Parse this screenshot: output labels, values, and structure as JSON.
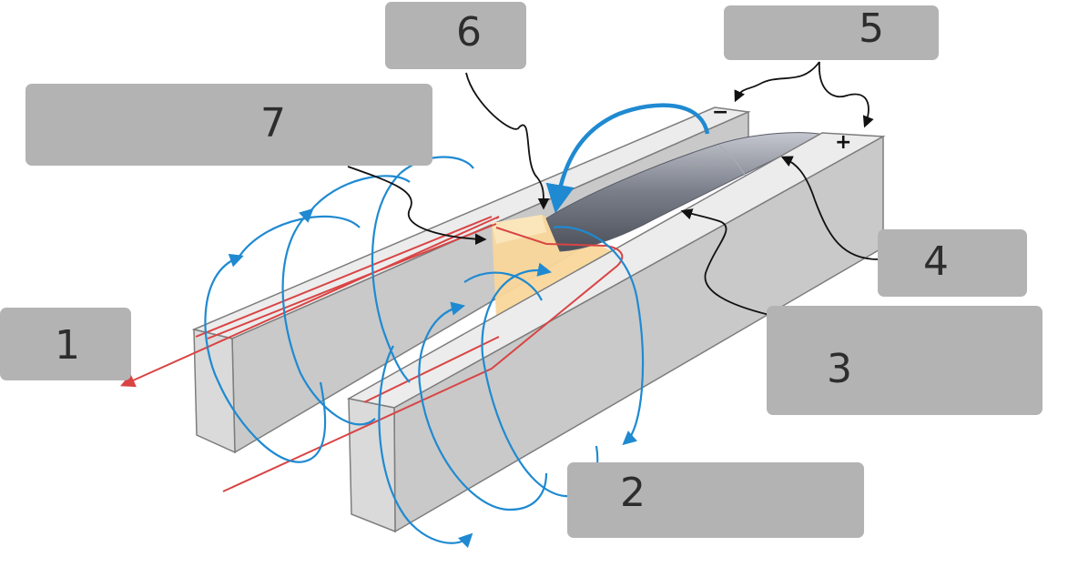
{
  "labels": {
    "l1": "1",
    "l2": "2",
    "l3": "3",
    "l4": "4",
    "l5": "5",
    "l6": "6",
    "l7": "7"
  },
  "terminals": {
    "negative": "−",
    "positive": "+"
  },
  "colors": {
    "rail_top": "#ececec",
    "rail_side": "#c9c9c9",
    "rail_end": "#dadada",
    "rail_edge": "#7d7d7d",
    "field_lines": "#1f8ad1",
    "current_path": "#d94444",
    "armature": "#f9d79b",
    "projectile": "#6e7280",
    "label_box": "#b3b3b3",
    "leader_lines": "#111111"
  }
}
